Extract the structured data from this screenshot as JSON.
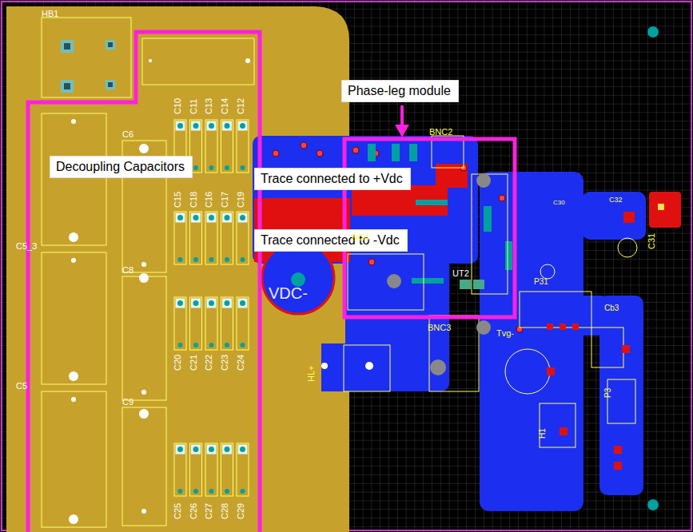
{
  "diagram": {
    "nodes": [
      {
        "text": [
          "Phase-leg module"
        ]
      },
      {
        "text": [
          "Decoupling Capacitors"
        ]
      },
      {
        "text": [
          "Trace connected to +Vdc"
        ]
      },
      {
        "text": [
          "Trace connected to -Vdc"
        ]
      }
    ],
    "labels": [
      "HB1",
      "C10",
      "C11",
      "C13",
      "C14",
      "C12",
      "C6",
      "C15",
      "C18",
      "C16",
      "C17",
      "C19",
      "C5_3",
      "C8",
      "C20",
      "C21",
      "C22",
      "C23",
      "C24",
      "C5",
      "C9",
      "C25",
      "C26",
      "C27",
      "C28",
      "C29",
      "BNC2",
      "NC4",
      "VDC-",
      "UT2",
      "BNC3",
      "HL+",
      "Tvg-",
      "C30",
      "C32",
      "C31",
      "P31",
      "Cb3",
      "P3",
      "H1"
    ]
  }
}
